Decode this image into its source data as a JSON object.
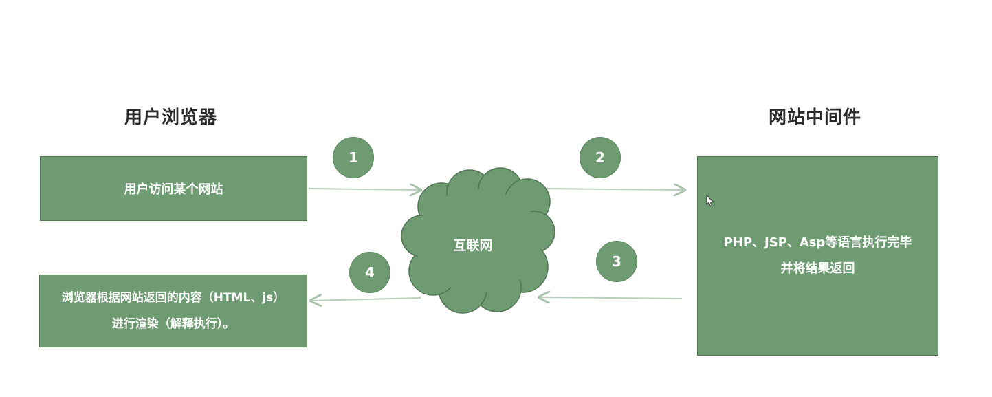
{
  "headings": {
    "browser": "用户浏览器",
    "middleware": "网站中间件"
  },
  "boxes": {
    "request": "用户访问某个网站",
    "server": [
      "PHP、JSP、Asp等语言执行完毕",
      "并将结果返回"
    ],
    "render": [
      "浏览器根据网站返回的内容（HTML、js）",
      "进行渲染（解释执行）。"
    ]
  },
  "cloud": {
    "label": "互联网",
    "icon": "cloud-icon"
  },
  "steps": [
    "1",
    "2",
    "3",
    "4"
  ],
  "colors": {
    "node_fill": "#6e9b71",
    "node_border": "#4f7552",
    "arrow": "#b9cfbb",
    "heading_text": "#2b2b2b"
  }
}
